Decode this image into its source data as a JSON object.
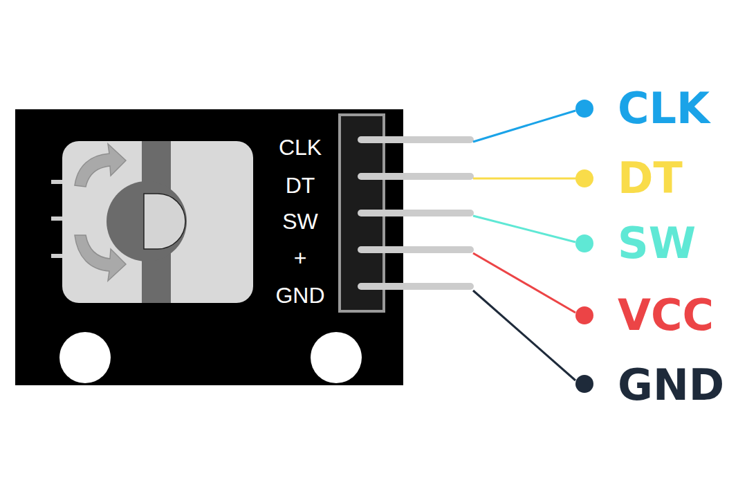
{
  "diagram": {
    "labels": [
      "CLK",
      "DT",
      "SW",
      "+",
      "GND",
      "CLK",
      "DT",
      "SW",
      "VCC",
      "GND"
    ]
  }
}
